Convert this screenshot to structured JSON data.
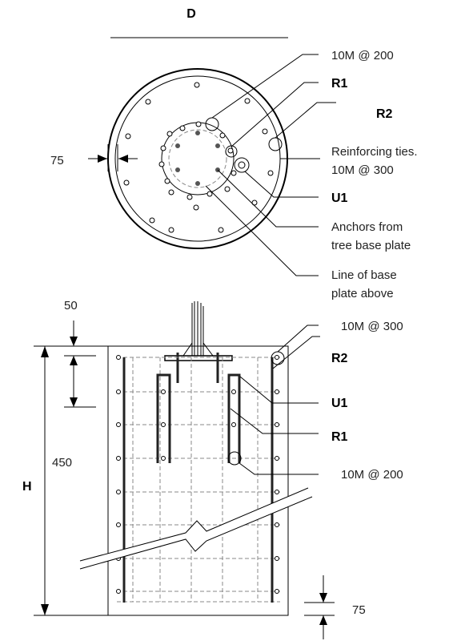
{
  "plan": {
    "dim_d": "D",
    "dim_75": "75",
    "callouts": {
      "bars_10m_200": "10M @ 200",
      "r1": "R1",
      "r2": "R2",
      "ties_line1": "Reinforcing ties.",
      "ties_line2": "10M @ 300",
      "u1": "U1",
      "anchors_line1": "Anchors from",
      "anchors_line2": "tree base plate",
      "baseline_line1": "Line of base",
      "baseline_line2": "plate above"
    }
  },
  "section": {
    "dim_50": "50",
    "dim_450": "450",
    "dim_h": "H",
    "dim_75": "75",
    "callouts": {
      "ties_300": "10M @ 300",
      "r2": "R2",
      "u1": "U1",
      "r1": "R1",
      "bars_200": "10M @ 200"
    }
  }
}
